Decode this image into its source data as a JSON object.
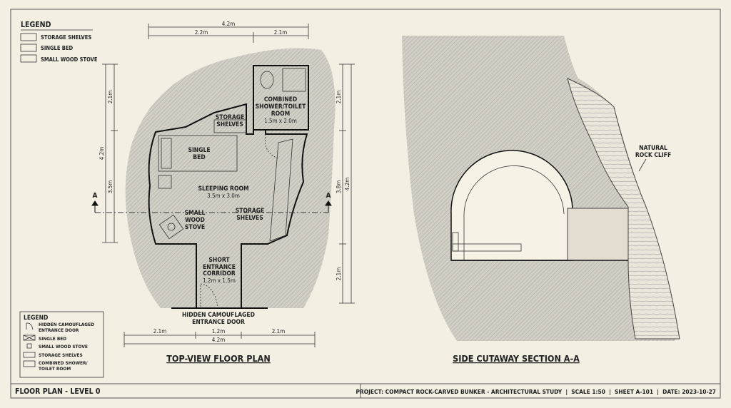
{
  "legend_top": {
    "title": "LEGEND",
    "items": [
      "STORAGE SHELVES",
      "SINGLE BED",
      "SMALL WOOD STOVE"
    ]
  },
  "legend_bottom": {
    "title": "LEGEND",
    "items": [
      [
        "HIDDEN CAMOUFLAGED",
        "ENTRANCE DOOR"
      ],
      [
        "SINGLE BED"
      ],
      [
        "SMALL WOOD STOVE"
      ],
      [
        "STORAGE SHELVES"
      ],
      [
        "COMBINED SHOWER/",
        "TOILET ROOM"
      ]
    ]
  },
  "floor_plan": {
    "title": "TOP-VIEW FLOOR PLAN",
    "dims_top": {
      "total": "4.2m",
      "left": "2.2m",
      "right": "2.1m"
    },
    "dims_left": {
      "total": "4.2m",
      "top": "2.1m",
      "bottom": "3.5m"
    },
    "dims_right": {
      "total": "4.2m",
      "top": "2.1m",
      "middle": "3.8m",
      "bottom": "2.1m"
    },
    "dims_bottom": {
      "total": "4.2m",
      "left": "2.1m",
      "middle": "1.2m",
      "right": "2.1m"
    },
    "section_marker": "A",
    "rooms": {
      "toilet": [
        "COMBINED",
        "SHOWER/TOILET",
        "ROOM",
        "1.5m x 2.0m"
      ],
      "shelves_top": [
        "STORAGE",
        "SHELVES"
      ],
      "bed": [
        "SINGLE",
        "BED"
      ],
      "sleeping": [
        "SLEEPING ROOM",
        "3.5m x 3.0m"
      ],
      "stove": [
        "SMALL",
        "WOOD",
        "STOVE"
      ],
      "shelves_right": [
        "STORAGE",
        "SHELVES"
      ],
      "corridor": [
        "SHORT",
        "ENTRANCE",
        "CORRIDOR",
        "1.2m x 1.5m"
      ],
      "door": [
        "HIDDEN CAMOUFLAGED",
        "ENTRANCE DOOR"
      ]
    }
  },
  "section": {
    "title": "SIDE CUTAWAY SECTION A-A",
    "cliff_label": [
      "NATURAL",
      "ROCK CLIFF"
    ]
  },
  "footer": {
    "left": "FLOOR PLAN - LEVEL 0",
    "right": "PROJECT: COMPACT ROCK-CARVED BUNKER - ARCHITECTURAL STUDY  |  SCALE 1:50  |  SHEET A-101  |  DATE: 2023-10-27"
  },
  "colors": {
    "paper": "#f3efe3",
    "ink": "#222222",
    "rock": "#c9c6bd"
  }
}
